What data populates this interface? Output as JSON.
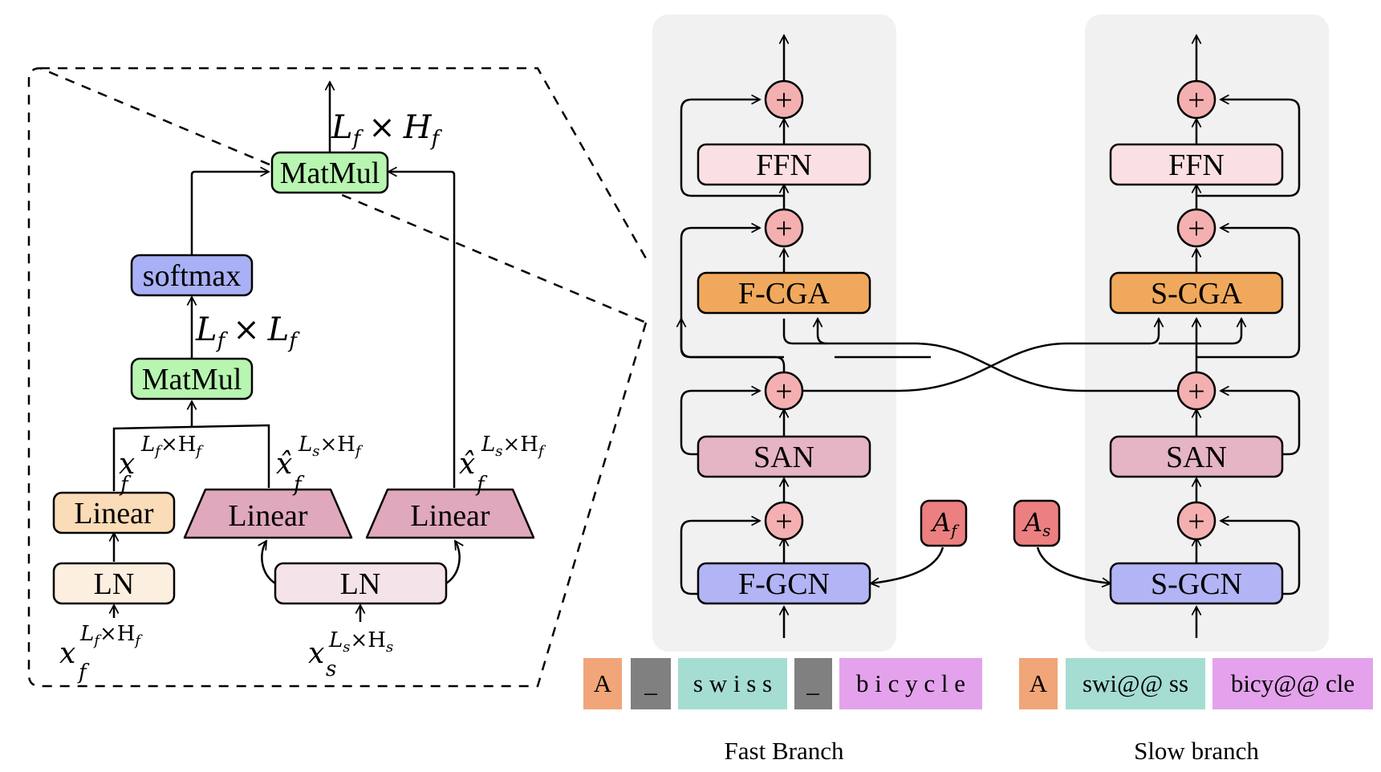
{
  "detail": {
    "top_dim": {
      "base": "L",
      "sub": "f",
      "op": "×",
      "base2": "H",
      "sub2": "f"
    },
    "mid_dim": {
      "base": "L",
      "sub": "f",
      "op": "×",
      "base2": "L",
      "sub2": "f"
    },
    "matmul_top": "MatMul",
    "softmax": "softmax",
    "matmul_bottom": "MatMul",
    "linear_left": "Linear",
    "linear_mid": "Linear",
    "linear_right": "Linear",
    "ln_left": "LN",
    "ln_right": "LN",
    "x_f_label": {
      "base": "x",
      "sub": "f",
      "sup": "L",
      "sup_sub": "f",
      "sup_op": "×H",
      "sup_sub2": "f"
    },
    "xhat_mid_label": {
      "base": "x̂",
      "sub": "f",
      "sup": "L",
      "sup_sub": "s",
      "sup_op": "×H",
      "sup_sub2": "f"
    },
    "xhat_right_label": {
      "base": "x̂",
      "sub": "f",
      "sup": "L",
      "sup_sub": "s",
      "sup_op": "×H",
      "sup_sub2": "f"
    },
    "input_f_label": {
      "base": "x",
      "sub": "f",
      "sup": "L",
      "sup_sub": "f",
      "sup_op": "×H",
      "sup_sub2": "f"
    },
    "input_s_label": {
      "base": "x",
      "sub": "s",
      "sup": "L",
      "sup_sub": "s",
      "sup_op": "×H",
      "sup_sub2": "s"
    }
  },
  "fast_branch": {
    "caption": "Fast Branch",
    "ffn": "FFN",
    "cga": "F-CGA",
    "san": "SAN",
    "gcn": "F-GCN",
    "adj": {
      "base": "A",
      "sub": "f"
    },
    "plus": "+",
    "tokens": [
      "A",
      "_",
      "s w i s s",
      "_",
      "b i c y c l e"
    ]
  },
  "slow_branch": {
    "caption": "Slow branch",
    "ffn": "FFN",
    "cga": "S-CGA",
    "san": "SAN",
    "gcn": "S-GCN",
    "adj": {
      "base": "A",
      "sub": "s"
    },
    "plus": "+",
    "tokens": [
      "A",
      "swi@@ ss",
      "bicy@@ cle"
    ]
  },
  "colors": {
    "panel_bg": "#f1f1f1",
    "matmul": "#b7f5b0",
    "softmax": "#aab0f5",
    "linear_left": "#fbdcb8",
    "linear_trap": "#e0a8bd",
    "ln_left": "#fcefe0",
    "ln_right": "#f5e3ea",
    "ffn": "#fbe0e3",
    "cga": "#f0a95c",
    "san": "#e5b4c5",
    "gcn": "#b3b4f5",
    "plus": "#f4b0b0",
    "adj": "#ec8080",
    "tok_orange": "#f0a678",
    "tok_gray": "#808080",
    "tok_teal": "#a5ddd2",
    "tok_violet": "#e4a2ec"
  }
}
